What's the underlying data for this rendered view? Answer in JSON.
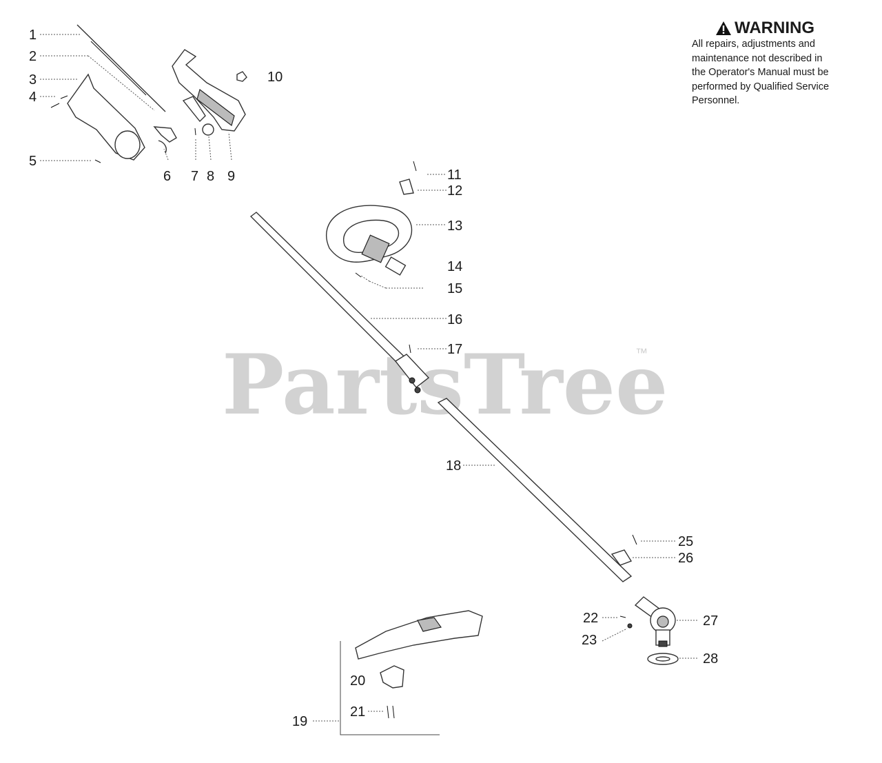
{
  "warning": {
    "title": "WARNING",
    "icon": "warning-triangle-icon",
    "lines": [
      "All repairs, adjustments and",
      "maintenance not described in",
      "the Operator's Manual must be",
      "performed by Qualified Service",
      "Personnel."
    ]
  },
  "watermark": {
    "text": "PartsTree",
    "trademark": "™"
  },
  "callouts": [
    "1",
    "2",
    "3",
    "4",
    "5",
    "6",
    "7",
    "8",
    "9",
    "10",
    "11",
    "12",
    "13",
    "14",
    "15",
    "16",
    "17",
    "18",
    "19",
    "20",
    "21",
    "22",
    "23",
    "25",
    "26",
    "27",
    "28"
  ]
}
